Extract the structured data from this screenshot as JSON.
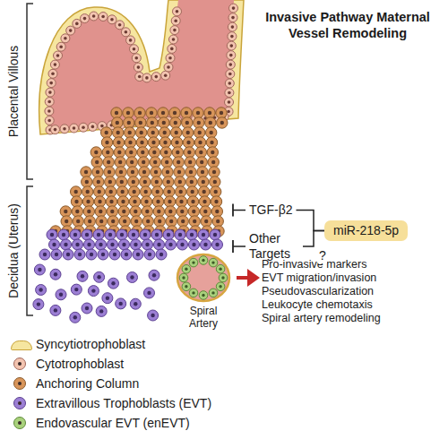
{
  "diagram": {
    "title": "Invasive Pathway Maternal Vessel Remodeling",
    "nodes": [
      {
        "text": [
          "TGF-β2"
        ]
      },
      {
        "text": [
          "Other Targets"
        ]
      },
      {
        "text": [
          "miR-218-5p"
        ]
      },
      {
        "text": [
          "Spiral Artery"
        ]
      },
      {
        "text": [
          "Pro-invasive markers",
          "EVT migration/invasion",
          "Pseudovascularization",
          "Leukocyte chemotaxis",
          "Spiral artery remodeling"
        ]
      }
    ],
    "edges": [
      {
        "from": 2,
        "to": 0,
        "arrow": "none"
      },
      {
        "from": 2,
        "to": 1,
        "arrow": "none",
        "label": "?"
      },
      {
        "from": 3,
        "to": 4,
        "arrow": "to"
      }
    ],
    "labels": [
      "Placental Villous",
      "Decidua (Uterus)"
    ],
    "legend": [
      {
        "text": "Syncytiotrophoblast",
        "color": "#f6e6a0"
      },
      {
        "text": "Cytotrophoblast",
        "color": "#f3c4b0"
      },
      {
        "text": "Anchoring Column",
        "color": "#d8955a"
      },
      {
        "text": "Extravillous Trophoblasts (EVT)",
        "color": "#9c7fd4"
      },
      {
        "text": "Endovascular EVT (enEVT)",
        "color": "#a9d17c"
      }
    ]
  }
}
